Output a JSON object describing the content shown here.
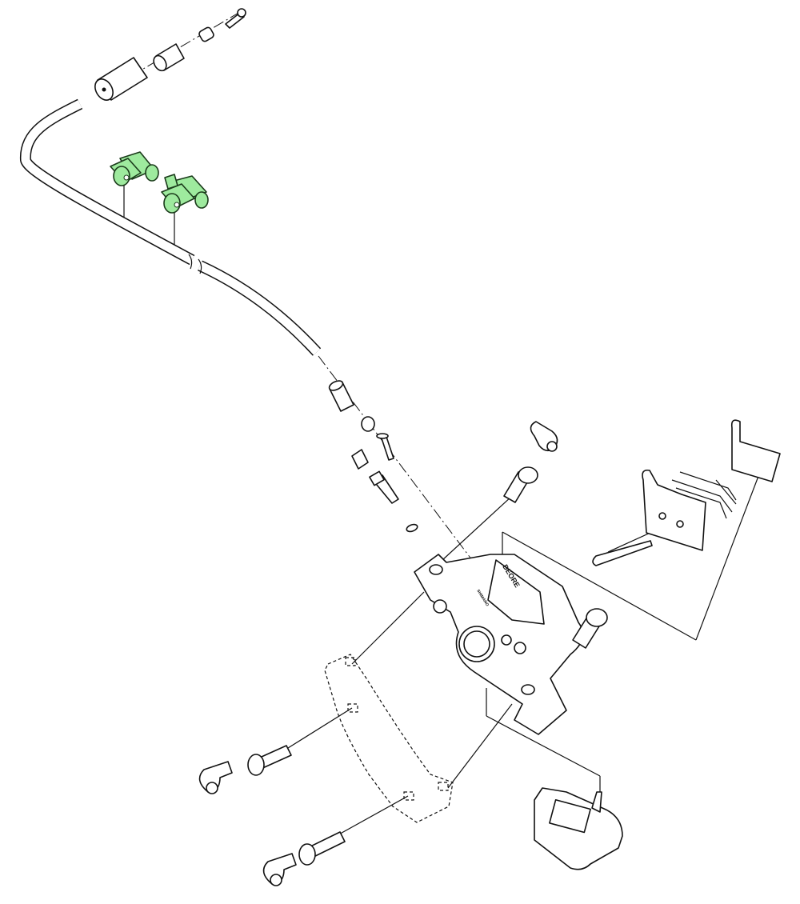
{
  "diagram": {
    "highlight_color": "#9eea9e",
    "line_color": "#111111",
    "caliper_logo": "DEORE",
    "caliper_brand": "SHIMANO",
    "highlighted_parts": [
      "hose-clip-1",
      "hose-clip-2"
    ]
  }
}
